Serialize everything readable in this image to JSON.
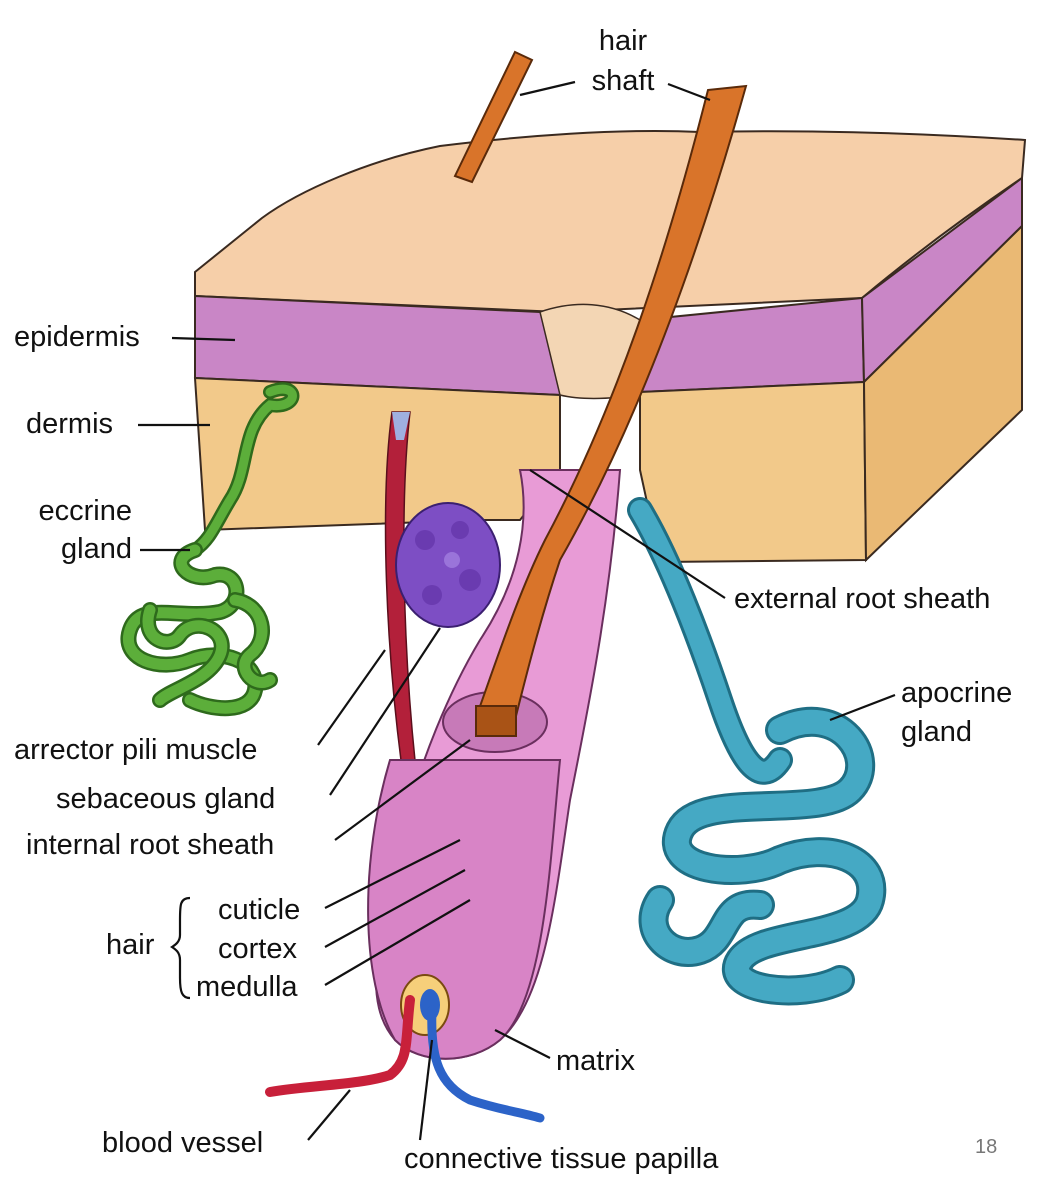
{
  "labels": {
    "hair_shaft_line1": "hair",
    "hair_shaft_line2": "shaft",
    "epidermis": "epidermis",
    "dermis": "dermis",
    "eccrine_line1": "eccrine",
    "eccrine_line2": "gland",
    "external_root_sheath": "external root sheath",
    "apocrine_line1": "apocrine",
    "apocrine_line2": "gland",
    "arrector_pili": "arrector pili muscle",
    "sebaceous": "sebaceous gland",
    "internal_root_sheath": "internal root sheath",
    "hair": "hair",
    "cuticle": "cuticle",
    "cortex": "cortex",
    "medulla": "medulla",
    "matrix": "matrix",
    "blood_vessel": "blood vessel",
    "papilla": "connective tissue papilla"
  },
  "page_number": "18",
  "colors": {
    "skin_surface": "#f6cfa9",
    "epidermis": "#c986c6",
    "dermis": "#f2c98a",
    "hair_shaft": "#d9742a",
    "follicle": "#e89bd6",
    "eccrine_gland": "#5cae3a",
    "apocrine_gland": "#45a9c4",
    "sebaceous_gland": "#7d4ec4",
    "artery": "#c8203a",
    "vein": "#2c63c8"
  }
}
